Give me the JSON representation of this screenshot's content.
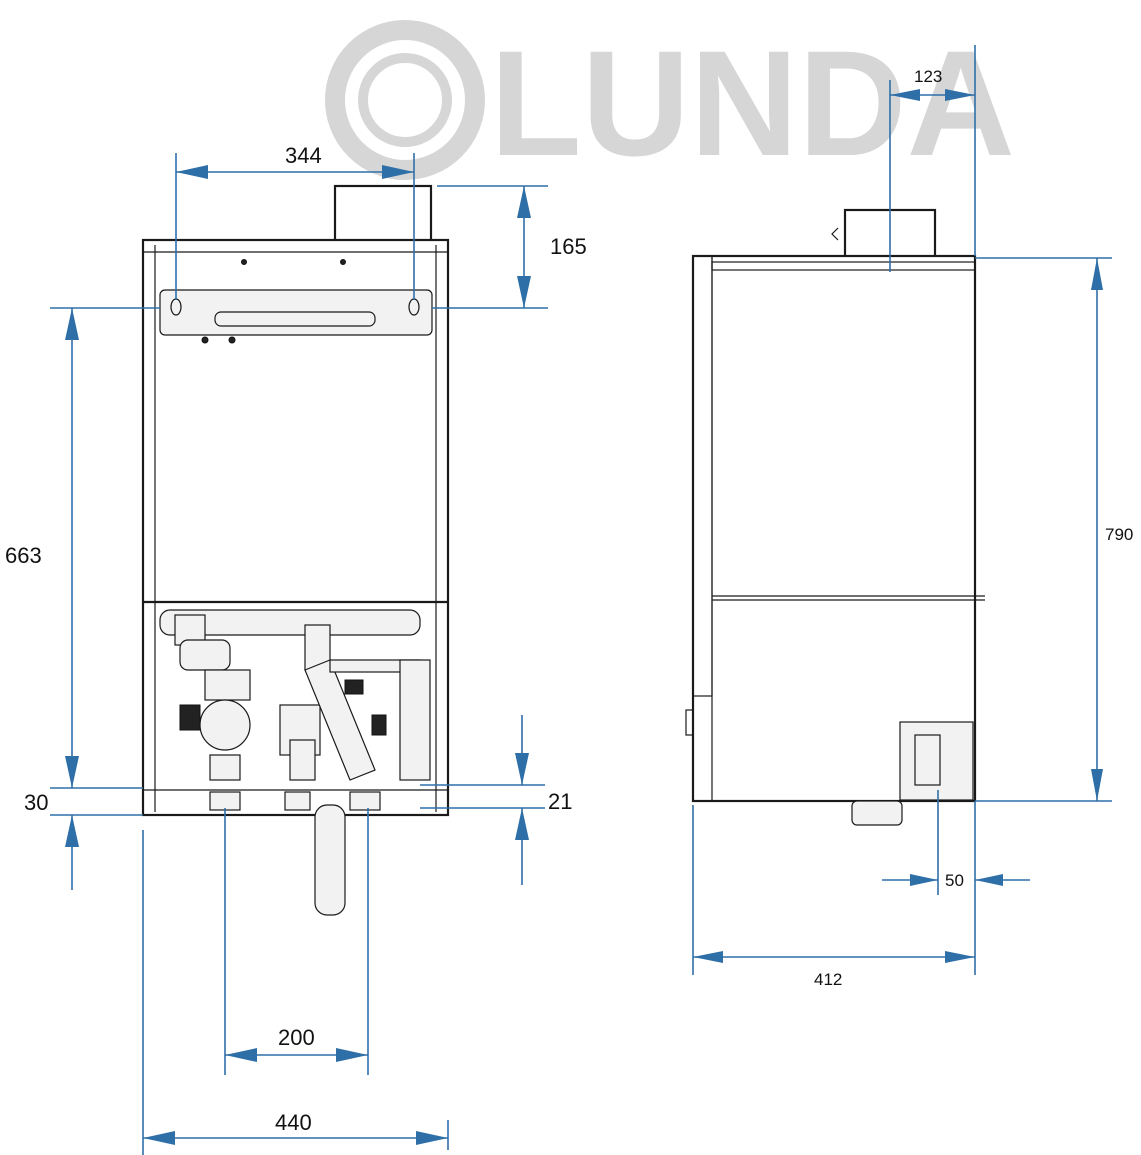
{
  "logo": {
    "text": "LUNDA"
  },
  "front_view": {
    "dims": {
      "hanger_spacing": "344",
      "top_to_hanger": "165",
      "hanger_to_bottom": "663",
      "bottom_offset": "30",
      "pipe_offset": "21",
      "pipe_spacing": "200",
      "width": "440"
    }
  },
  "side_view": {
    "dims": {
      "flue_offset": "123",
      "height": "790",
      "depth": "412",
      "pipe_depth": "50"
    }
  },
  "colors": {
    "dimension": "#2f6fa8",
    "outline": "#1a1a1a",
    "logo": "#d6d6d6"
  }
}
